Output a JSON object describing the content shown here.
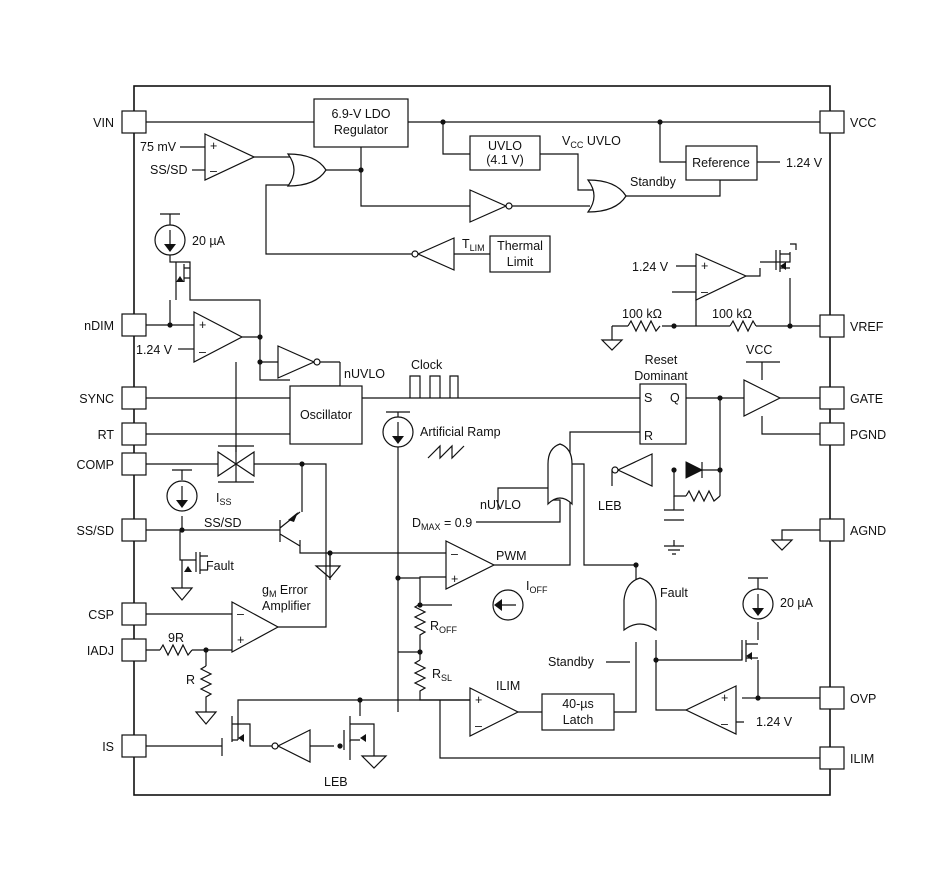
{
  "pins_left": [
    {
      "id": "vin",
      "label": "VIN"
    },
    {
      "id": "ndim",
      "label": "nDIM"
    },
    {
      "id": "sync",
      "label": "SYNC"
    },
    {
      "id": "rt",
      "label": "RT"
    },
    {
      "id": "comp",
      "label": "COMP"
    },
    {
      "id": "sssd",
      "label": "SS/SD"
    },
    {
      "id": "csp",
      "label": "CSP"
    },
    {
      "id": "iadj",
      "label": "IADJ"
    },
    {
      "id": "is",
      "label": "IS"
    }
  ],
  "pins_right": [
    {
      "id": "vcc",
      "label": "VCC"
    },
    {
      "id": "vref",
      "label": "VREF"
    },
    {
      "id": "gate",
      "label": "GATE"
    },
    {
      "id": "pgnd",
      "label": "PGND"
    },
    {
      "id": "agnd",
      "label": "AGND"
    },
    {
      "id": "ovp",
      "label": "OVP"
    },
    {
      "id": "ilim",
      "label": "ILIM"
    }
  ],
  "blocks": {
    "ldo": [
      "6.9-V LDO",
      "Regulator"
    ],
    "uvlo": [
      "UVLO",
      "(4.1 V)"
    ],
    "reference": "Reference",
    "thermal": [
      "Thermal",
      "Limit"
    ],
    "oscillator": "Oscillator",
    "latch": [
      "40-µs",
      "Latch"
    ],
    "sr_s": "S",
    "sr_q": "Q",
    "sr_r": "R"
  },
  "labels": {
    "mv75": "75 mV",
    "sssd_in": "SS/SD",
    "vcc_uvlo_main": "V",
    "vcc_uvlo_sub": "CC",
    "vcc_uvlo_tail": " UVLO",
    "ref_out": "1.24 V",
    "standby1": "Standby",
    "tlim_main": "T",
    "tlim_sub": "LIM",
    "src20_top": "20 µA",
    "vref_in": "1.24 V",
    "r100_left": "100 kΩ",
    "r100_right": "100 kΩ",
    "ndim_ref": "1.24 V",
    "nuvlo1": "nUVLO",
    "clock": "Clock",
    "reset_dominant_1": "Reset",
    "reset_dominant_2": "Dominant",
    "vcc_drv": "VCC",
    "artificial_ramp": "Artificial Ramp",
    "iss_main": "I",
    "iss_sub": "SS",
    "sssd_int": "SS/SD",
    "fault1": "Fault",
    "gm1_main": "g",
    "gm1_sub": "M",
    "gm1_tail": " Error",
    "gm2": "Amplifier",
    "nuvlo2": "nUVLO",
    "dmax": "D",
    "dmax_sub": "MAX",
    "dmax_tail": " = 0.9",
    "leb1": "LEB",
    "pwm": "PWM",
    "ioff_main": "I",
    "ioff_sub": "OFF",
    "roff_main": "R",
    "roff_sub": "OFF",
    "rsl_main": "R",
    "rsl_sub": "SL",
    "ilim_amp": "ILIM",
    "fault2": "Fault",
    "standby2": "Standby",
    "src20_ovp": "20 µA",
    "ovp_ref": "1.24 V",
    "r9r": "9R",
    "rr": "R",
    "leb2": "LEB",
    "plus": "+",
    "minus": "–"
  }
}
